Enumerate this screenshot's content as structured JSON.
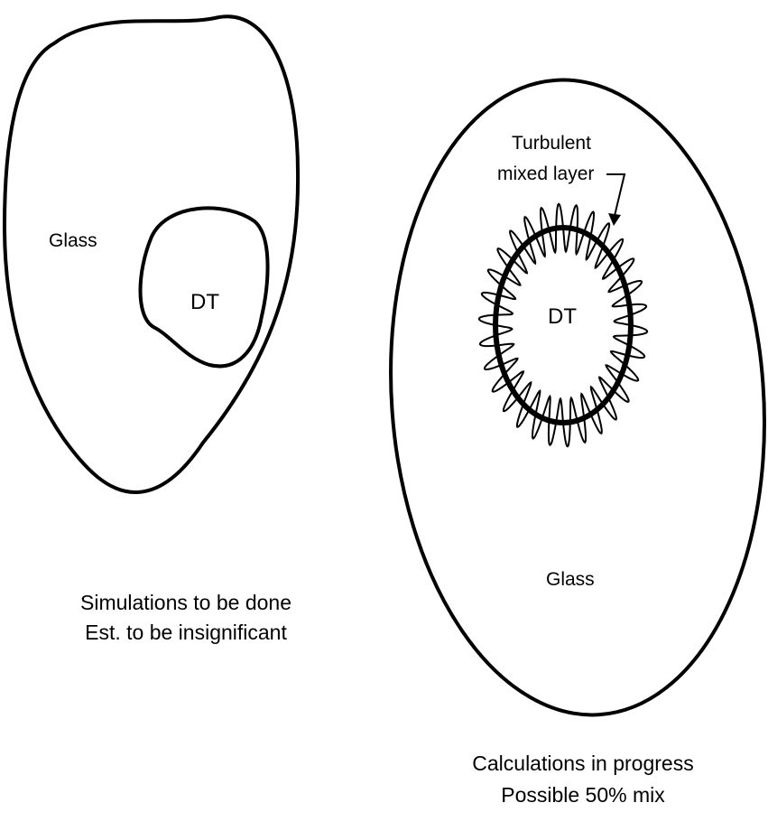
{
  "left_panel": {
    "outer_label": "Glass",
    "inner_label": "DT",
    "caption_line1": "Simulations to be done",
    "caption_line2": "Est. to be insignificant"
  },
  "right_panel": {
    "callout_line1": "Turbulent",
    "callout_line2": "mixed layer",
    "inner_label": "DT",
    "outer_label": "Glass",
    "caption_line1": "Calculations in progress",
    "caption_line2": "Possible 50% mix"
  },
  "colors": {
    "ink": "#000000",
    "background": "#ffffff"
  }
}
